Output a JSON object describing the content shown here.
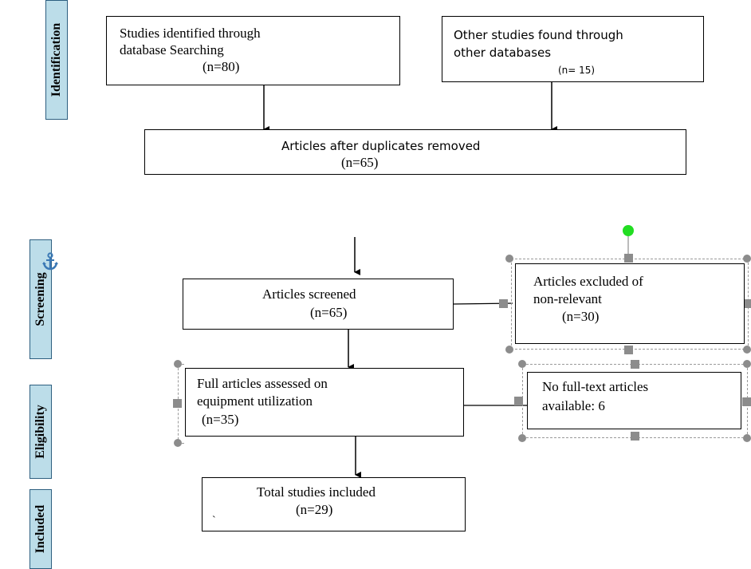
{
  "stages": {
    "identification": "Identification",
    "screening": "Screening",
    "eligibility": "Eligibility",
    "included": "Included"
  },
  "boxes": {
    "database_search": {
      "line1": "Studies identified through",
      "line2": "database Searching",
      "count": "(n=80)"
    },
    "other_databases": {
      "line1": "Other studies found through",
      "line2": "other databases",
      "count": "(n= 15)"
    },
    "duplicates_removed": {
      "line1": "Articles after duplicates removed",
      "count": "(n=65)"
    },
    "screened": {
      "line1": "Articles screened",
      "count": "(n=65)"
    },
    "excluded": {
      "line1": "Articles excluded of",
      "line2": "non-relevant",
      "count": "(n=30)"
    },
    "full_articles": {
      "line1": "Full articles assessed on",
      "line2": "equipment utilization",
      "count": "(n=35)"
    },
    "no_full_text": {
      "line1": "No full-text articles",
      "line2": "available: 6"
    },
    "included": {
      "line1": "Total studies included",
      "count": "(n=29)",
      "stray_mark": "`"
    }
  },
  "icons": {
    "anchor": "anchor-icon",
    "rotate_handle_color": "#22dd22"
  },
  "colors": {
    "stage_fill": "#bcdde9",
    "stage_border": "#2d5f80",
    "handle": "#8c8c8c",
    "anchor": "#3a78b5"
  }
}
